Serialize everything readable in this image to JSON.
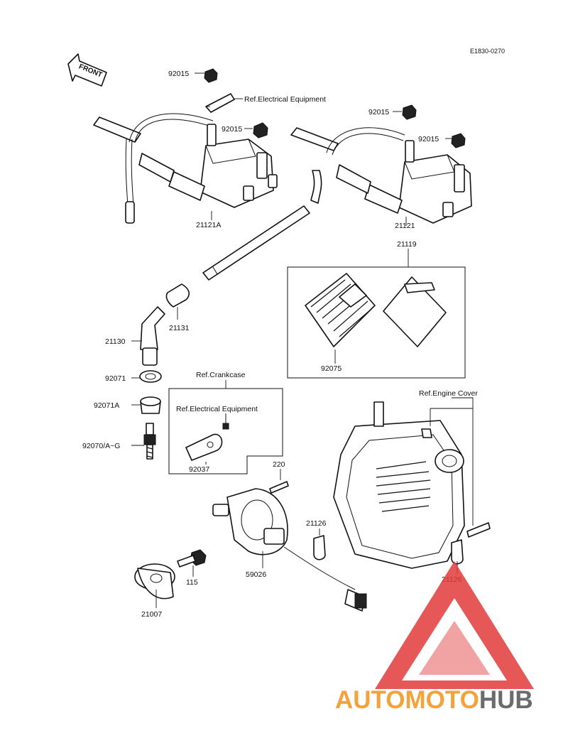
{
  "diagram_code": "E1830-0270",
  "front_label": "FRONT",
  "ref_labels": {
    "electrical_top": "Ref.Electrical Equipment",
    "crankcase": "Ref.Crankcase",
    "electrical_box": "Ref.Electrical Equipment",
    "engine_cover": "Ref.Engine Cover"
  },
  "part_labels": {
    "nut_left_top": "92015",
    "nut_left_side": "92015",
    "coil_left": "21121A",
    "nut_right_top": "92015",
    "nut_right_side": "92015",
    "coil_right": "21121",
    "igniter_assy": "21119",
    "igniter_unit": "92075",
    "cap_seal": "21131",
    "plug_cap": "21130",
    "seal_92071": "92071",
    "seal_92071a": "92071A",
    "spark_plug": "92070/A~G",
    "clamp": "92037",
    "screw_220": "220",
    "pickup_plate": "59026",
    "clamp_left": "21126",
    "clamp_right": "21126",
    "bolt_115": "115",
    "rotor": "21007"
  },
  "watermark": {
    "text_orange": "AUTOMOTO",
    "text_gray": "HUB",
    "color_orange": "#f4a23a",
    "color_red": "#e23a3a",
    "color_gray": "#6b6b6b"
  }
}
